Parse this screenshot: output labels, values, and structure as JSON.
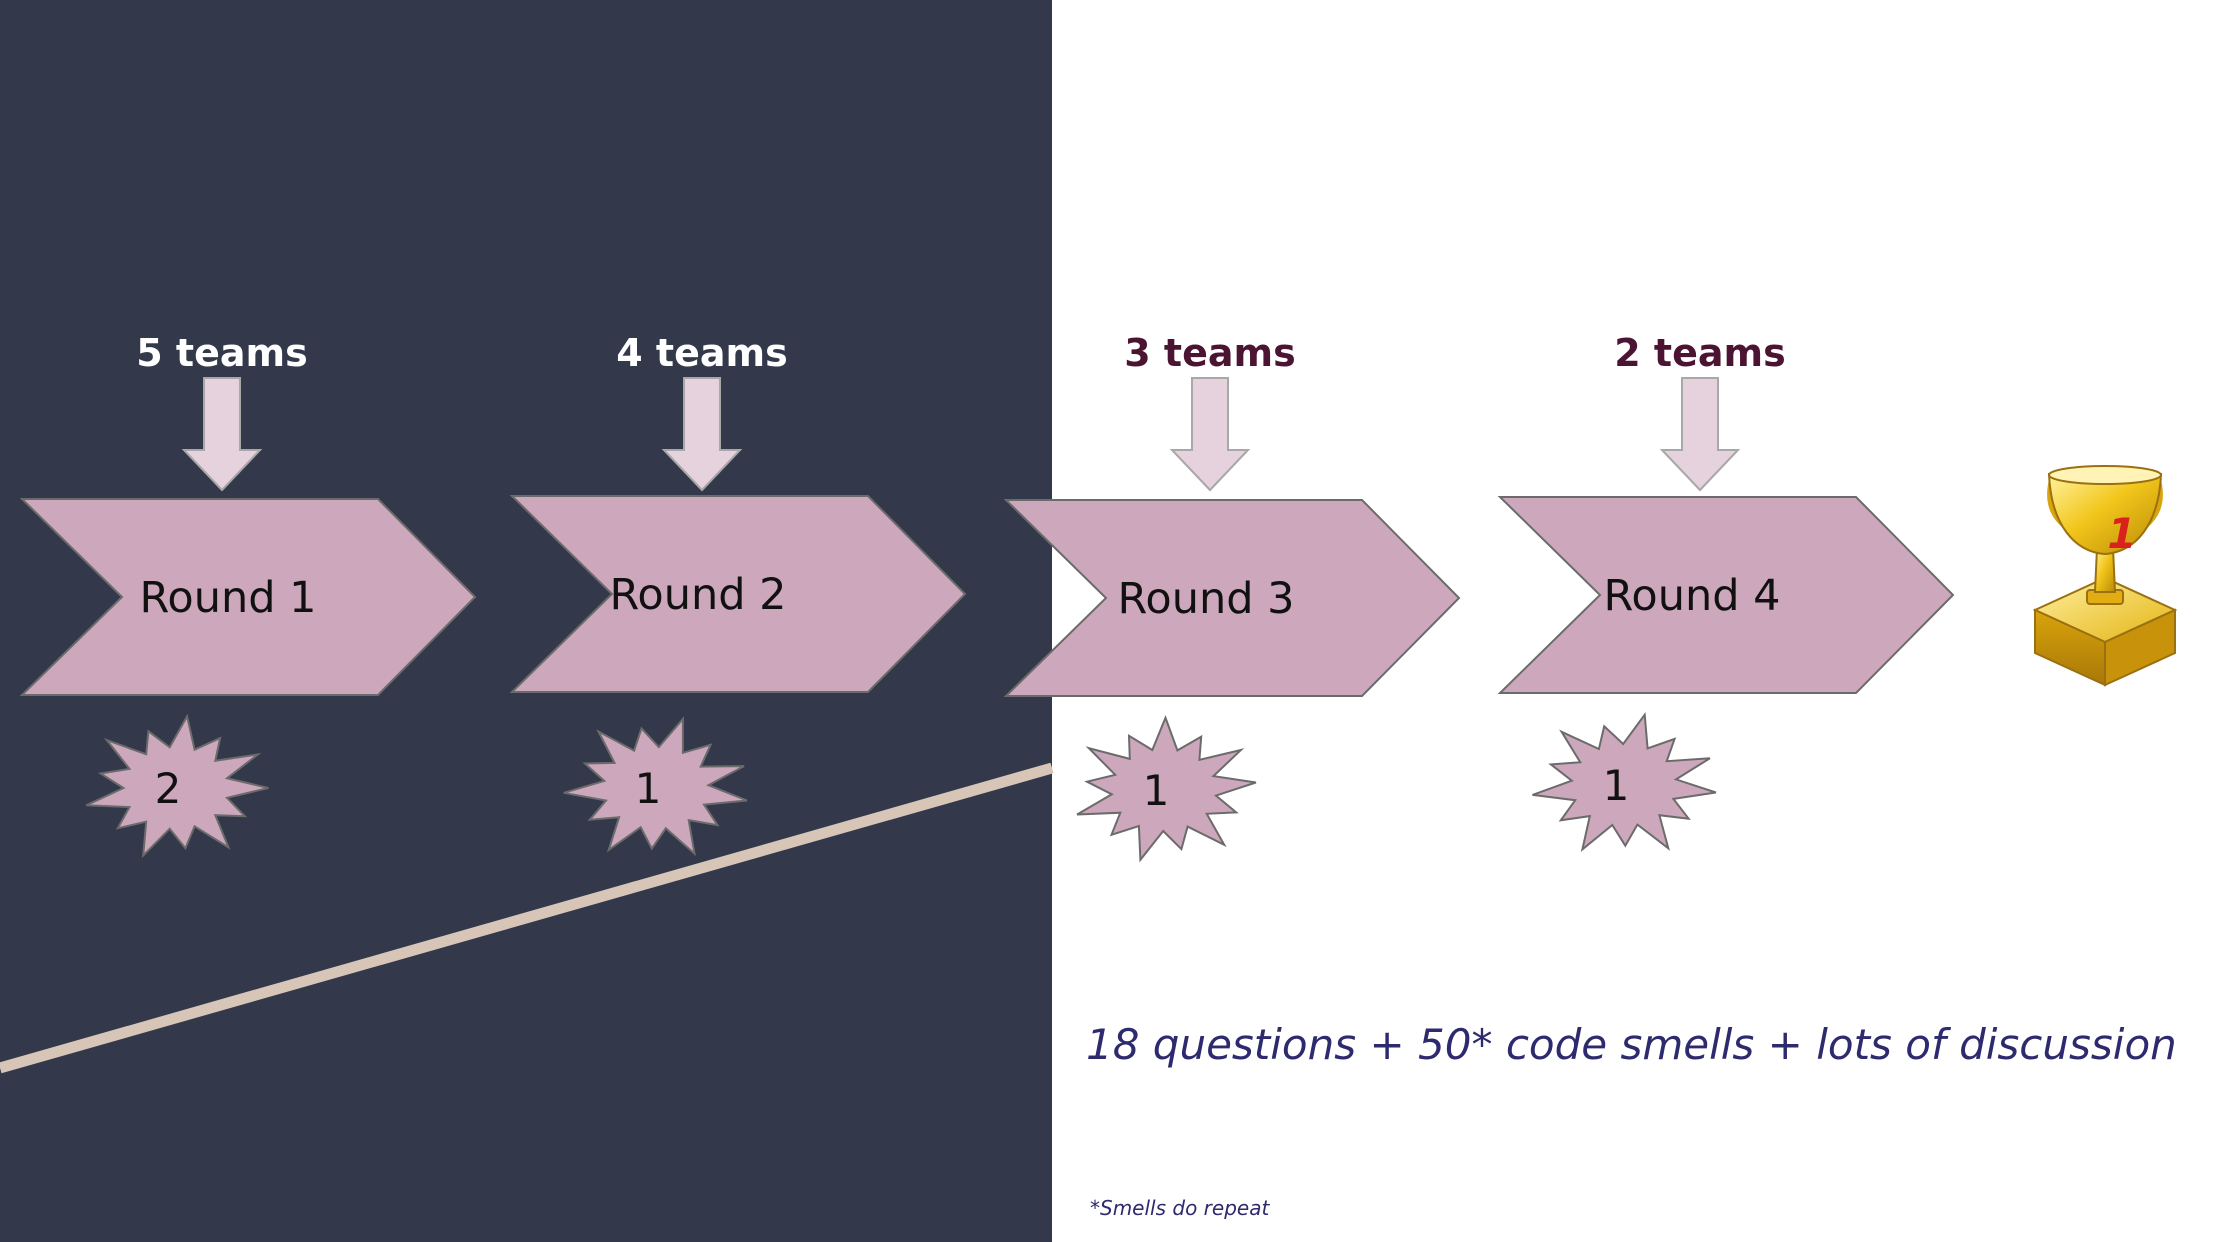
{
  "colors": {
    "dark_panel": "#33384b",
    "chevron_fill": "#cda8bc",
    "chevron_stroke": "#6b6b6b",
    "arrow_fill": "#e6d2dc",
    "arrow_stroke": "#a8a8a8",
    "diagonal_line": "#d7c6b8",
    "team_label_on_dark": "#ffffff",
    "team_label_on_light": "#4a1432",
    "summary_text": "#2d2a6e"
  },
  "rounds": [
    {
      "team_count": "5 teams",
      "label": "Round 1",
      "burst_value": "2"
    },
    {
      "team_count": "4 teams",
      "label": "Round 2",
      "burst_value": "1"
    },
    {
      "team_count": "3 teams",
      "label": "Round 3",
      "burst_value": "1"
    },
    {
      "team_count": "2 teams",
      "label": "Round 4",
      "burst_value": "1"
    }
  ],
  "trophy": {
    "icon": "trophy-icon",
    "badge": "1"
  },
  "summary": "18 questions + 50* code smells + lots of discussion",
  "footnote": "*Smells do repeat"
}
